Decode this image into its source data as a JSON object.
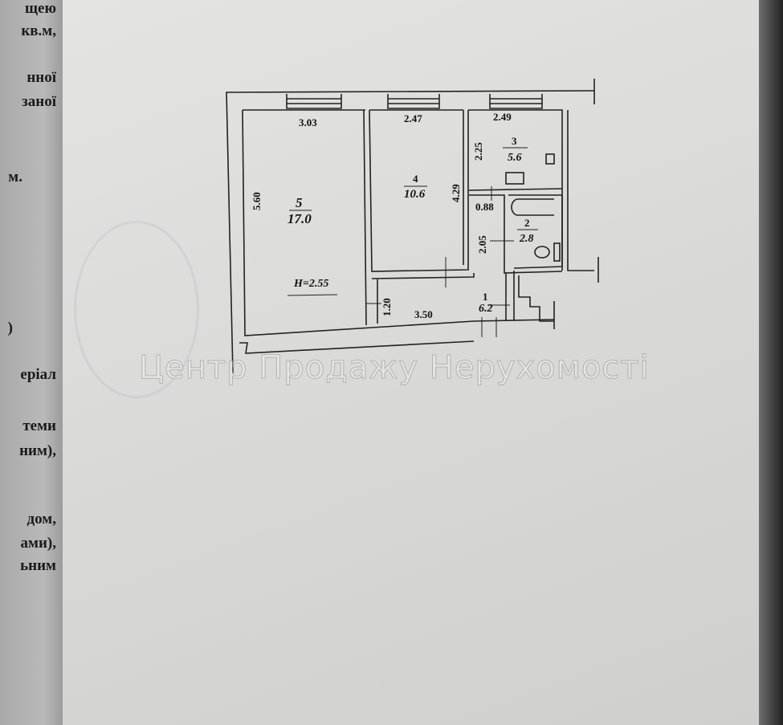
{
  "left_page_lines": [
    "щею",
    "кв.м,",
    "нної",
    "заної",
    "м.",
    ")",
    "еріал",
    "теми",
    "ним),",
    "дом,",
    "ами),",
    "ьним"
  ],
  "floor_plan": {
    "rooms": [
      {
        "number": "5",
        "area": "17.0"
      },
      {
        "number": "4",
        "area": "10.6"
      },
      {
        "number": "3",
        "area": "5.6"
      },
      {
        "number": "2",
        "area": "2.8"
      },
      {
        "number": "1",
        "area": "6.2"
      }
    ],
    "dimensions": {
      "room5_width": "3.03",
      "room4_width": "2.47",
      "room3_width": "2.49",
      "room5_length": "5.60",
      "room4_length": "4.29",
      "room3_length": "2.25",
      "bath_width": "0.88",
      "hall_length": "2.05",
      "hall_width": "1.20",
      "hall_span": "3.50"
    },
    "ceiling_height": "H=2.55"
  },
  "watermark": "Центр Продажу Нерухомості"
}
